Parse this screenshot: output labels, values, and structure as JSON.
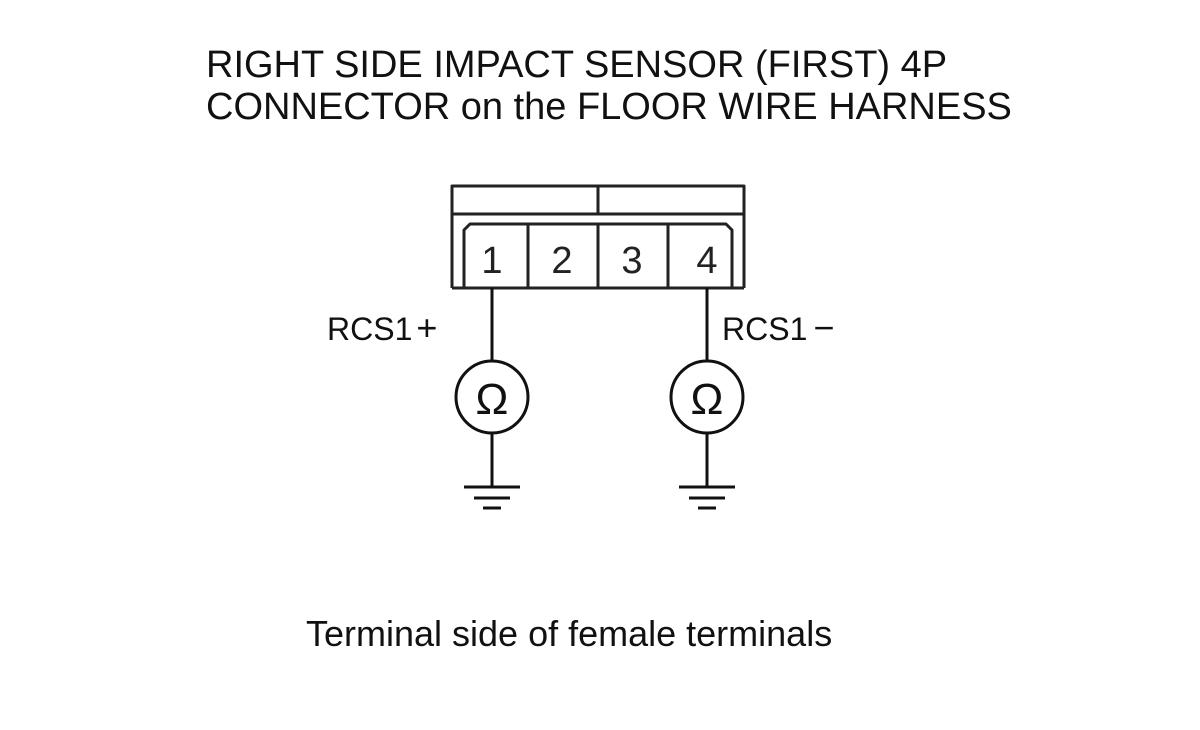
{
  "title": {
    "line1": "RIGHT SIDE IMPACT SENSOR (FIRST) 4P",
    "line2": "CONNECTOR on the FLOOR WIRE HARNESS"
  },
  "connector": {
    "terminals": [
      "1",
      "2",
      "3",
      "4"
    ]
  },
  "probes": {
    "left": {
      "label": "RCS1",
      "sign": "+",
      "terminal": "1",
      "meter_symbol": "Ω",
      "icon": "ground-icon"
    },
    "right": {
      "label": "RCS1",
      "sign": "−",
      "terminal": "4",
      "meter_symbol": "Ω",
      "icon": "ground-icon"
    }
  },
  "footer": "Terminal side of female terminals"
}
